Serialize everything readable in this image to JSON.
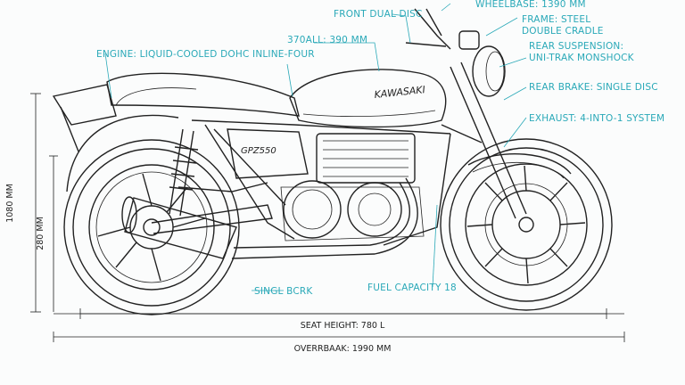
{
  "colors": {
    "annotation": "#2aa9b8",
    "line": "#222222",
    "background": "#fbfcfc"
  },
  "brand": {
    "tank_logo": "KAWASAKI",
    "side_cover": "GPZ550"
  },
  "callouts": {
    "front_brake": "FRONT DUAL DISC",
    "wheelbase": "WHEELBASE: 1390 MM",
    "frame_line1": "FRAME: STEEL",
    "frame_line2": "DOUBLE CRADLE",
    "engine": "ENGINE: LIQUID-COOLED DOHC INLINE-FOUR",
    "overall": "370ALL: 390 MM",
    "rear_susp_line1": "REAR SUSPENSION:",
    "rear_susp_line2": "UNI-TRAK MONSHOCK",
    "rear_brake": "REAR BRAKE: SINGLE DISC",
    "exhaust": "EXHAUST: 4-INTO-1 SYSTEM",
    "single_brake": "SINGL BCRK",
    "fuel": "FUEL CAPACITY 18"
  },
  "dimensions": {
    "height_outer": "1080 MM",
    "height_inner": "280 MM",
    "seat_height": "SEAT HEIGHT: 780 L",
    "overall_length": "OVERRBAAK: 1990 MM"
  }
}
